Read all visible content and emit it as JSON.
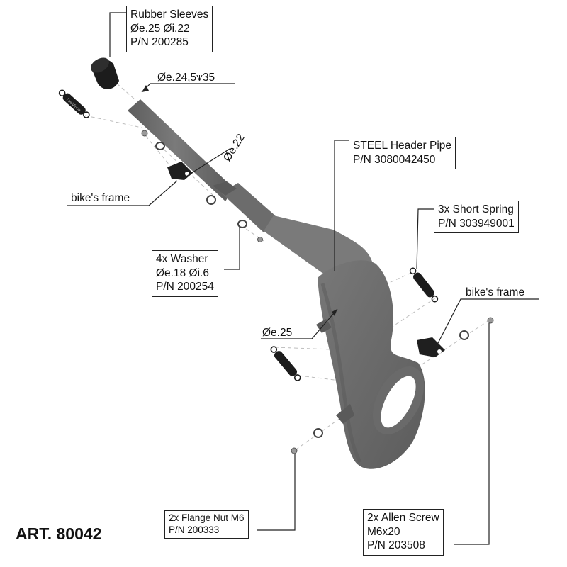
{
  "article": "ART. 80042",
  "callouts": {
    "rubber_sleeves": [
      "Rubber Sleeves",
      "Øe.25  Øi.22",
      "P/N 200285"
    ],
    "header_pipe": [
      "STEEL Header Pipe",
      "P/N 3080042450"
    ],
    "short_spring": [
      "3x Short Spring",
      "P/N 303949001"
    ],
    "washer": [
      "4x Washer",
      "Øe.18  Øi.6",
      "P/N 200254"
    ],
    "flange_nut": [
      "2x Flange Nut M6",
      "P/N 200333"
    ],
    "allen_screw": [
      "2x Allen Screw",
      "M6x20",
      "P/N 203508"
    ]
  },
  "labels": {
    "frame_left": "bike's frame",
    "frame_right": "bike's frame",
    "dim_inlet": "Øe.24,5⩛35",
    "dim_pipe": "Øe.22",
    "dim_chamber": "Øe.25",
    "spring_brand": "LeoVince"
  },
  "colors": {
    "pipe": "#6f6f6f",
    "pipe_dark": "#555555",
    "pipe_light": "#8a8a8a",
    "sleeve": "#1e1e1e",
    "leader": "#222222",
    "guide": "#bcbcbc"
  }
}
